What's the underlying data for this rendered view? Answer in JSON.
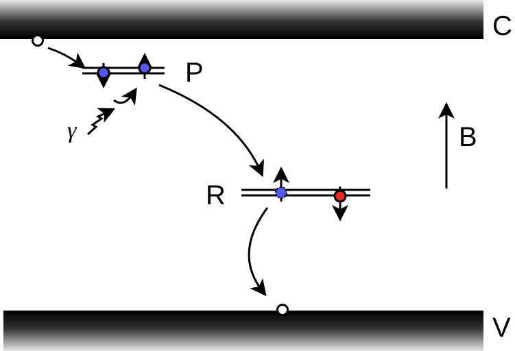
{
  "labels": {
    "conduction_band": "C",
    "valence_band": "V",
    "level_p": "P",
    "level_r": "R",
    "magnetic_field": "B",
    "photon": "γ"
  },
  "colors": {
    "electron_blue": "#5656f0",
    "electron_red": "#e82a2a",
    "band": "#000000"
  }
}
